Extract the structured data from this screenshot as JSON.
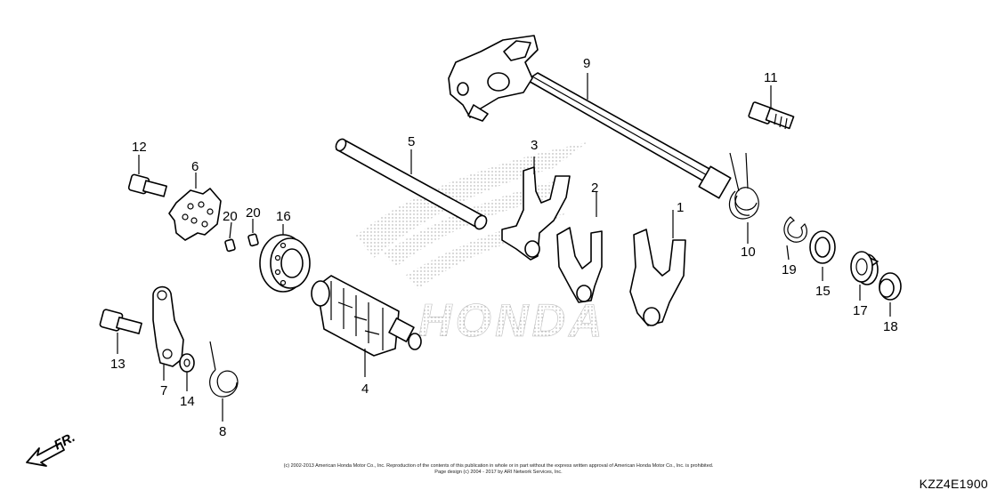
{
  "diagram": {
    "reference_code": "KZZ4E1900",
    "direction_label": "FR.",
    "copyright_line1": "(c) 2002-2013 American Honda Motor Co., Inc. Reproduction of the contents of this publication in whole or in part without the express written approval of American Honda Motor Co., Inc. is prohibited.",
    "copyright_line2": "Page design (c) 2004 - 2017 by ARI Network Services, Inc.",
    "watermark": "HONDA",
    "callouts": [
      "1",
      "2",
      "3",
      "4",
      "5",
      "6",
      "7",
      "8",
      "9",
      "10",
      "11",
      "12",
      "13",
      "14",
      "15",
      "16",
      "17",
      "18",
      "19",
      "20",
      "20"
    ]
  }
}
